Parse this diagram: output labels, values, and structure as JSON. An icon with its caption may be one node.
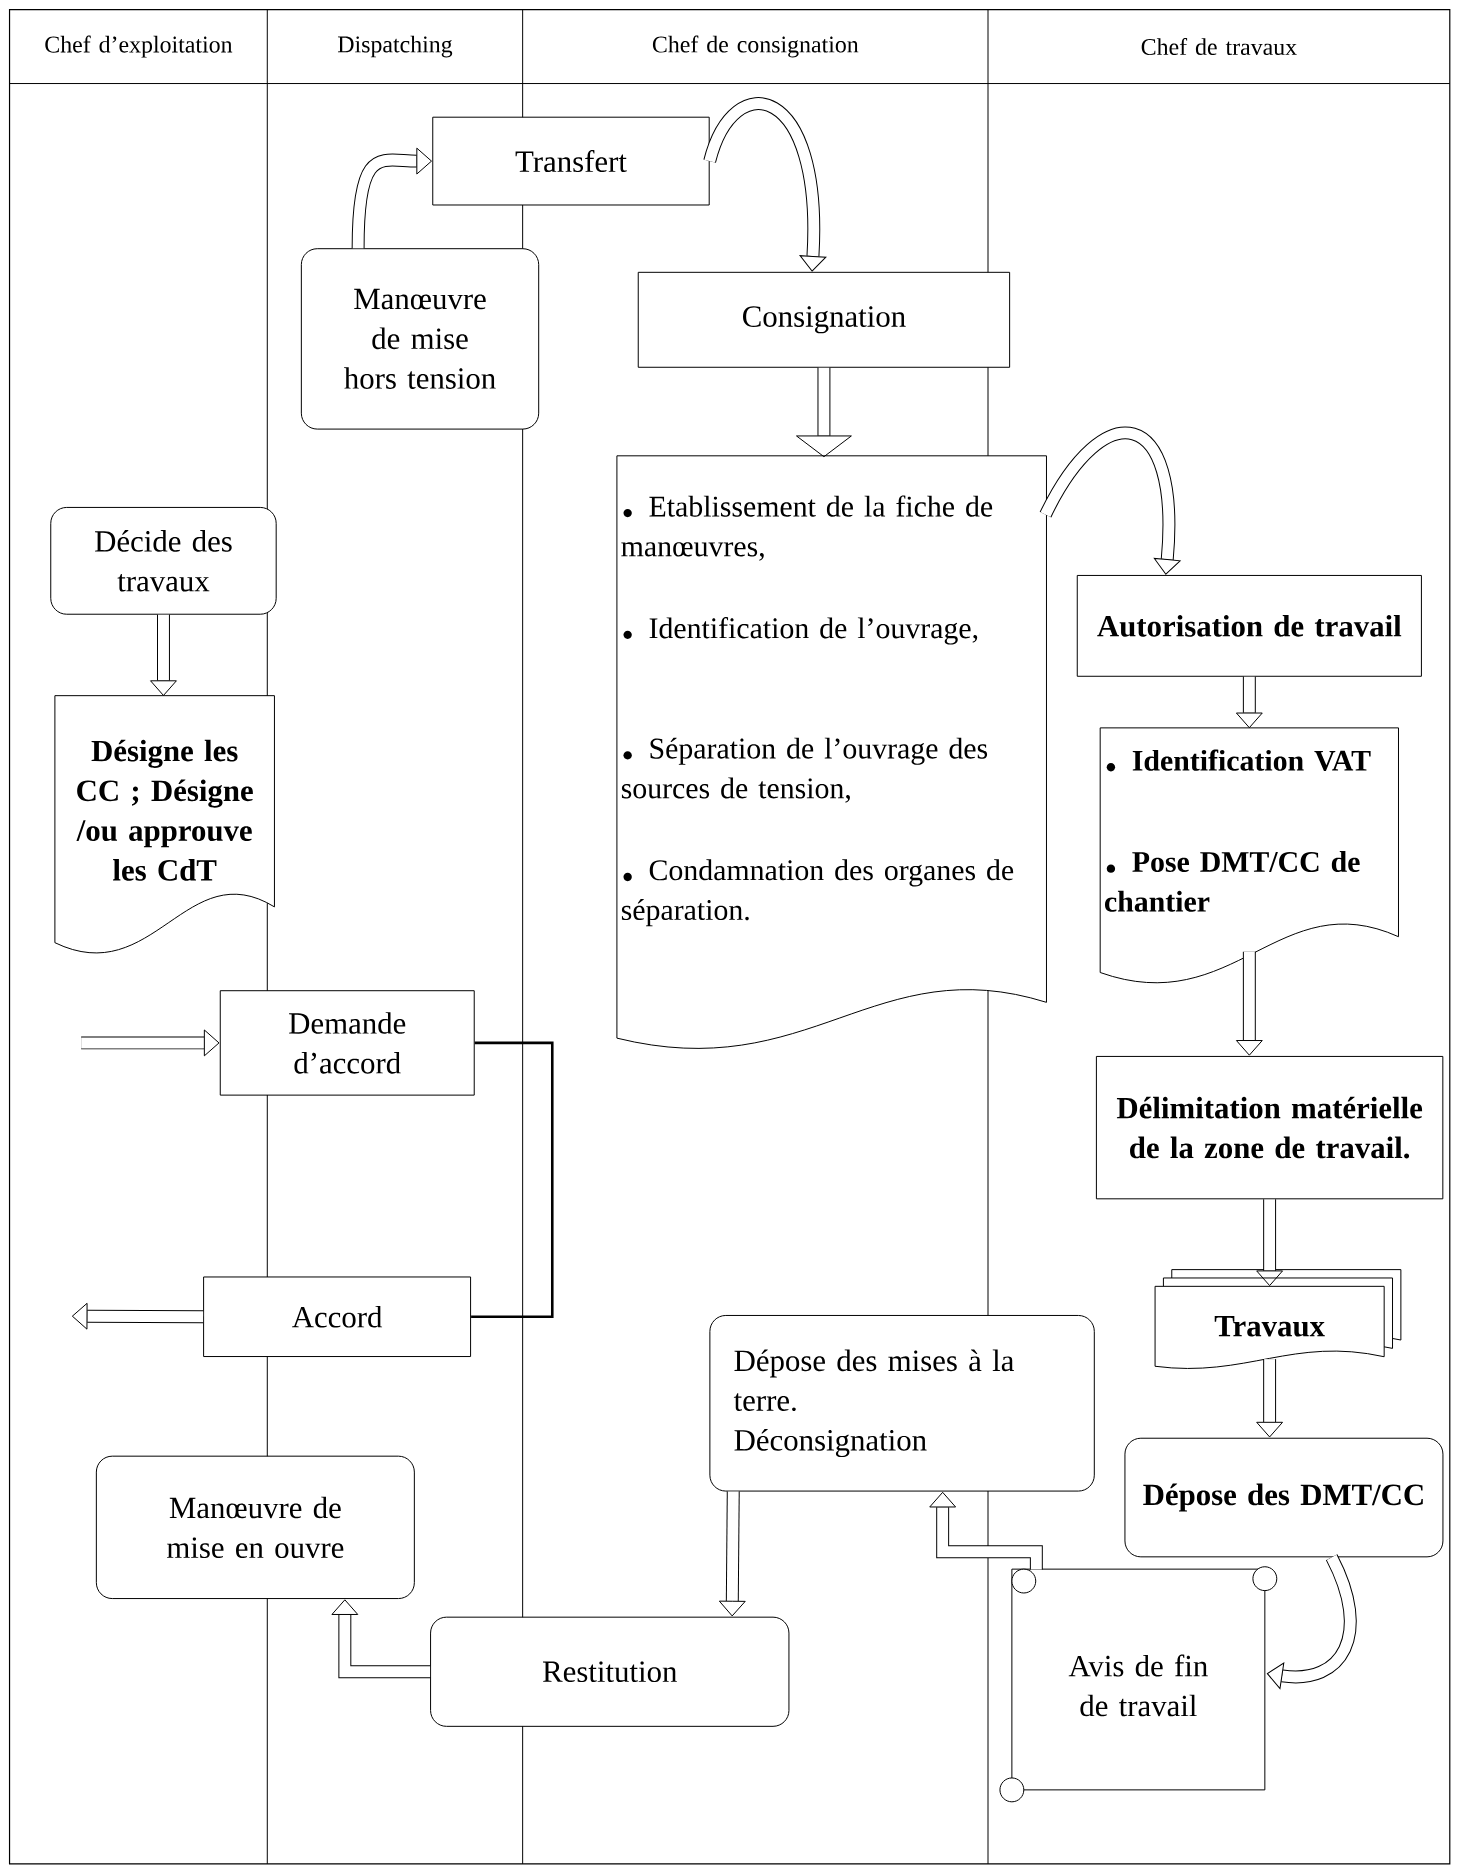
{
  "diagram": {
    "nodes": [
      {
        "text": [
          "Transfert"
        ]
      },
      {
        "text": [
          "Manœuvre de mise hors tension"
        ]
      },
      {
        "text": [
          "Consignation"
        ]
      },
      {
        "text": [
          "Etablissement de la fiche de manœuvres,",
          "Identification de l’ouvrage,",
          "Séparation de l’ouvrage des sources de tension,",
          "Condamnation des organes de séparation."
        ]
      },
      {
        "text": [
          "Décide des travaux"
        ]
      },
      {
        "text": [
          "Désigne les CC ; Désigne /ou approuve les CdT"
        ]
      },
      {
        "text": [
          "Demande d’accord"
        ]
      },
      {
        "text": [
          "Accord"
        ]
      },
      {
        "text": [
          "Autorisation de travail"
        ]
      },
      {
        "text": [
          "Identification VAT",
          "Pose DMT/CC de chantier"
        ]
      },
      {
        "text": [
          "Délimitation matérielle de la zone de travail."
        ]
      },
      {
        "text": [
          "Travaux"
        ]
      },
      {
        "text": [
          "Dépose des DMT/CC"
        ]
      },
      {
        "text": [
          "Avis de fin de travail"
        ]
      },
      {
        "text": [
          "Dépose des mises à la terre.",
          "Déconsignation"
        ]
      },
      {
        "text": [
          "Restitution"
        ]
      },
      {
        "text": [
          "Manœuvre de mise en ouvre"
        ]
      }
    ],
    "edges": [
      {
        "from": 1,
        "to": 0,
        "arrow": "to"
      },
      {
        "from": 0,
        "to": 2,
        "arrow": "to"
      },
      {
        "from": 2,
        "to": 3,
        "arrow": "to"
      },
      {
        "from": 3,
        "to": 8,
        "arrow": "to"
      },
      {
        "from": 4,
        "to": 5,
        "arrow": "to"
      },
      {
        "from": null,
        "to": 6,
        "arrow": "to"
      },
      {
        "from": 6,
        "to": 7,
        "arrow": "none"
      },
      {
        "from": 7,
        "to": null,
        "arrow": "to"
      },
      {
        "from": 8,
        "to": 9,
        "arrow": "to"
      },
      {
        "from": 9,
        "to": 10,
        "arrow": "to"
      },
      {
        "from": 10,
        "to": 11,
        "arrow": "to"
      },
      {
        "from": 11,
        "to": 12,
        "arrow": "to"
      },
      {
        "from": 12,
        "to": 13,
        "arrow": "to"
      },
      {
        "from": 13,
        "to": 14,
        "arrow": "to"
      },
      {
        "from": 14,
        "to": 15,
        "arrow": "to"
      },
      {
        "from": 15,
        "to": 16,
        "arrow": "to"
      }
    ],
    "labels": [
      "Chef d’exploitation",
      "Dispatching",
      "Chef de consignation",
      "Chef de travaux"
    ]
  }
}
